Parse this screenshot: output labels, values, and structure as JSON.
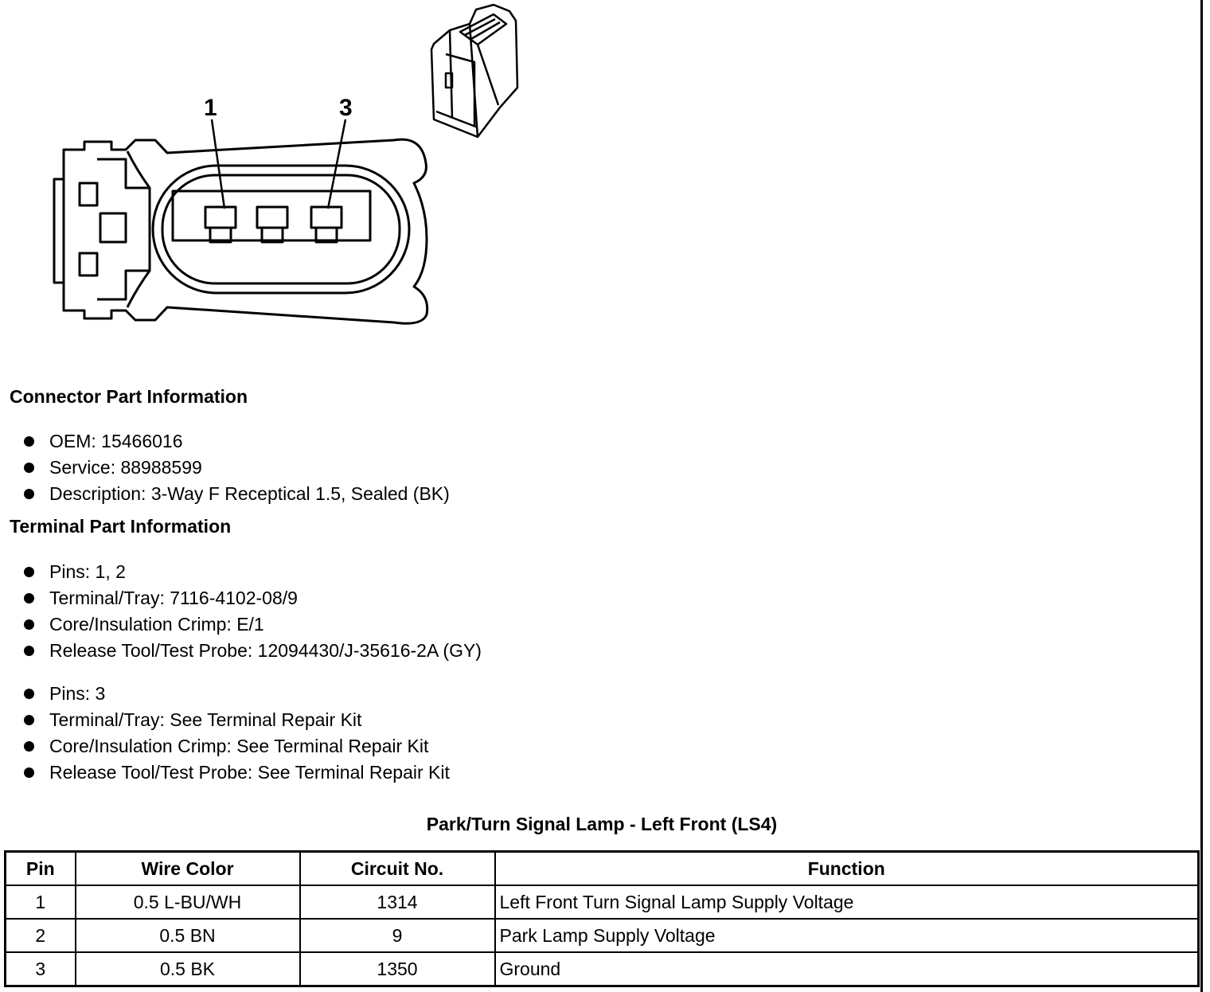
{
  "diagram": {
    "pin_labels": [
      "1",
      "3"
    ]
  },
  "connector_info": {
    "heading": "Connector Part Information",
    "items": [
      "OEM: 15466016",
      "Service: 88988599",
      "Description: 3-Way F Receptical 1.5, Sealed (BK)"
    ]
  },
  "terminal_info": {
    "heading": "Terminal Part Information",
    "group1": [
      "Pins: 1, 2",
      "Terminal/Tray: 7116-4102-08/9",
      "Core/Insulation Crimp: E/1",
      "Release Tool/Test Probe: 12094430/J-35616-2A (GY)"
    ],
    "group2": [
      "Pins: 3",
      "Terminal/Tray: See Terminal Repair Kit",
      "Core/Insulation Crimp: See Terminal Repair Kit",
      "Release Tool/Test Probe: See Terminal Repair Kit"
    ]
  },
  "table": {
    "title": "Park/Turn Signal Lamp - Left Front (LS4)",
    "headers": [
      "Pin",
      "Wire Color",
      "Circuit No.",
      "Function"
    ],
    "rows": [
      [
        "1",
        "0.5 L-BU/WH",
        "1314",
        "Left Front Turn Signal Lamp Supply Voltage"
      ],
      [
        "2",
        "0.5 BN",
        "9",
        "Park Lamp Supply Voltage"
      ],
      [
        "3",
        "0.5 BK",
        "1350",
        "Ground"
      ]
    ]
  }
}
